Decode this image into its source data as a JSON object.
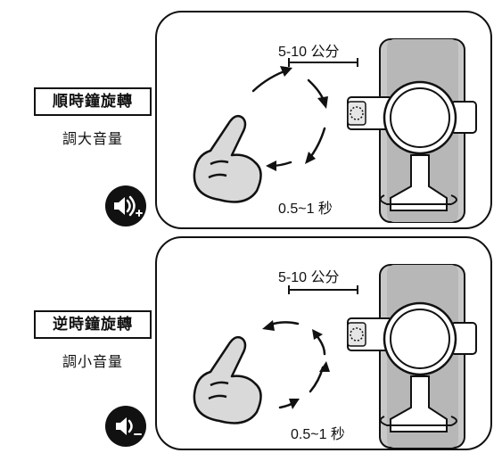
{
  "top": {
    "label": "順時鐘旋轉",
    "sub_label": "調大音量",
    "distance": "5-10 公分",
    "duration": "0.5~1  秒",
    "icon": "volume-up-icon"
  },
  "bottom": {
    "label": "逆時鐘旋轉",
    "sub_label": "調小音量",
    "distance": "5-10 公分",
    "duration": "0.5~1  秒",
    "icon": "volume-down-icon"
  }
}
